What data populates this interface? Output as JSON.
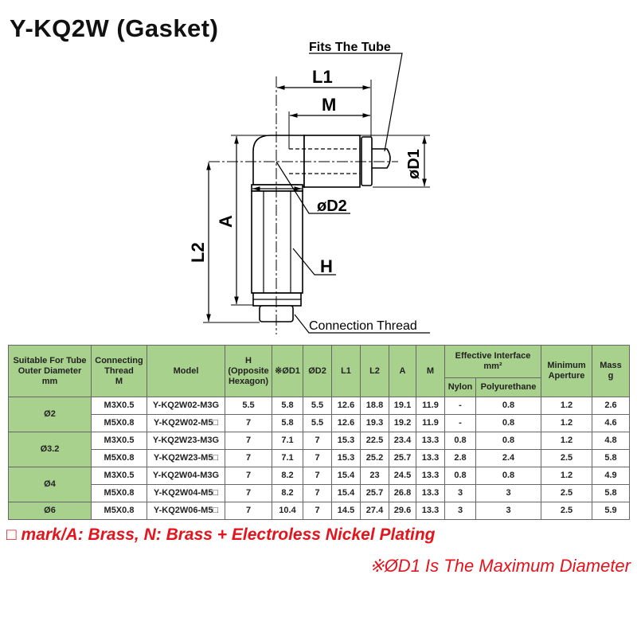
{
  "title": "Y-KQ2W (Gasket)",
  "drawing": {
    "fits_tube": "Fits The Tube",
    "connection_thread": "Connection Thread",
    "L1": "L1",
    "M": "M",
    "D1": "øD1",
    "D2": "øD2",
    "A": "A",
    "L2": "L2",
    "H": "H"
  },
  "table": {
    "headers": {
      "tube": [
        "Suitable For Tube",
        "Outer Diameter",
        "mm"
      ],
      "thread": [
        "Connecting",
        "Thread",
        "M"
      ],
      "model": "Model",
      "h": [
        "H",
        "(Opposite",
        "Hexagon)"
      ],
      "d1": "※ØD1",
      "d2": "ØD2",
      "l1": "L1",
      "l2": "L2",
      "a": "A",
      "m": "M",
      "eff": [
        "Effective Interface",
        "mm²"
      ],
      "nylon": "Nylon",
      "pu": "Polyurethane",
      "aperture": [
        "Minimum",
        "Aperture"
      ],
      "mass": [
        "Mass",
        "g"
      ]
    },
    "groups": [
      "Ø2",
      "Ø3.2",
      "Ø4",
      "Ø6"
    ],
    "rows": [
      [
        "M3X0.5",
        "Y-KQ2W02-M3G",
        "5.5",
        "5.8",
        "5.5",
        "12.6",
        "18.8",
        "19.1",
        "11.9",
        "-",
        "0.8",
        "1.2",
        "2.6"
      ],
      [
        "M5X0.8",
        "Y-KQ2W02-M5□",
        "7",
        "5.8",
        "5.5",
        "12.6",
        "19.3",
        "19.2",
        "11.9",
        "-",
        "0.8",
        "1.2",
        "4.6"
      ],
      [
        "M3X0.5",
        "Y-KQ2W23-M3G",
        "7",
        "7.1",
        "7",
        "15.3",
        "22.5",
        "23.4",
        "13.3",
        "0.8",
        "0.8",
        "1.2",
        "4.8"
      ],
      [
        "M5X0.8",
        "Y-KQ2W23-M5□",
        "7",
        "7.1",
        "7",
        "15.3",
        "25.2",
        "25.7",
        "13.3",
        "2.8",
        "2.4",
        "2.5",
        "5.8"
      ],
      [
        "M3X0.5",
        "Y-KQ2W04-M3G",
        "7",
        "8.2",
        "7",
        "15.4",
        "23",
        "24.5",
        "13.3",
        "0.8",
        "0.8",
        "1.2",
        "4.9"
      ],
      [
        "M5X0.8",
        "Y-KQ2W04-M5□",
        "7",
        "8.2",
        "7",
        "15.4",
        "25.7",
        "26.8",
        "13.3",
        "3",
        "3",
        "2.5",
        "5.8"
      ],
      [
        "M5X0.8",
        "Y-KQ2W06-M5□",
        "7",
        "10.4",
        "7",
        "14.5",
        "27.4",
        "29.6",
        "13.3",
        "3",
        "3",
        "2.5",
        "5.9"
      ]
    ],
    "header_color": "#a9d18e"
  },
  "notes": {
    "material": "□ mark/A: Brass, N: Brass + Electroless Nickel Plating",
    "d1": "※ØD1 Is The Maximum Diameter",
    "color": "#e3141b"
  }
}
